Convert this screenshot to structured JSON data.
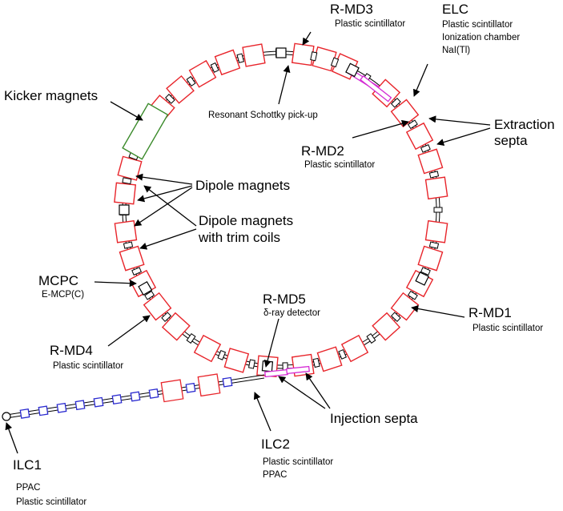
{
  "labels": {
    "rmd3": {
      "title": "R-MD3",
      "lines": [
        "Plastic scintillator"
      ]
    },
    "elc": {
      "title": "ELC",
      "lines": [
        "Plastic scintillator",
        "Ionization chamber",
        "NaI(Tl)"
      ]
    },
    "kicker": {
      "title": "Kicker magnets",
      "lines": []
    },
    "schottky": {
      "title": "Resonant Schottky pick-up",
      "lines": []
    },
    "extraction": {
      "title": "Extraction",
      "lines": [
        "septa"
      ]
    },
    "rmd2": {
      "title": "R-MD2",
      "lines": [
        "Plastic scintillator"
      ]
    },
    "dipole": {
      "title": "Dipole magnets",
      "lines": []
    },
    "dipole_trim": {
      "title": "Dipole magnets",
      "lines": [
        "with trim coils"
      ]
    },
    "mcpc": {
      "title": "MCPC",
      "lines": [
        "E-MCP(C)"
      ]
    },
    "rmd5": {
      "title": "R-MD5",
      "lines": [
        "δ-ray detector"
      ]
    },
    "rmd1": {
      "title": "R-MD1",
      "lines": [
        "Plastic scintillator"
      ]
    },
    "rmd4": {
      "title": "R-MD4",
      "lines": [
        "Plastic scintillator"
      ]
    },
    "injection": {
      "title": "Injection septa",
      "lines": []
    },
    "ilc2": {
      "title": "ILC2",
      "lines": [
        "Plastic scintillator",
        "PPAC"
      ]
    },
    "ilc1": {
      "title": "ILC1",
      "lines": [
        "PPAC",
        "Plastic scintillator"
      ]
    }
  },
  "colors": {
    "dipole": "#e8252b",
    "kicker": "#3a8a2a",
    "septa": "#d42ad4",
    "quadrupole": "#2b2bd0",
    "detector": "#000000"
  }
}
